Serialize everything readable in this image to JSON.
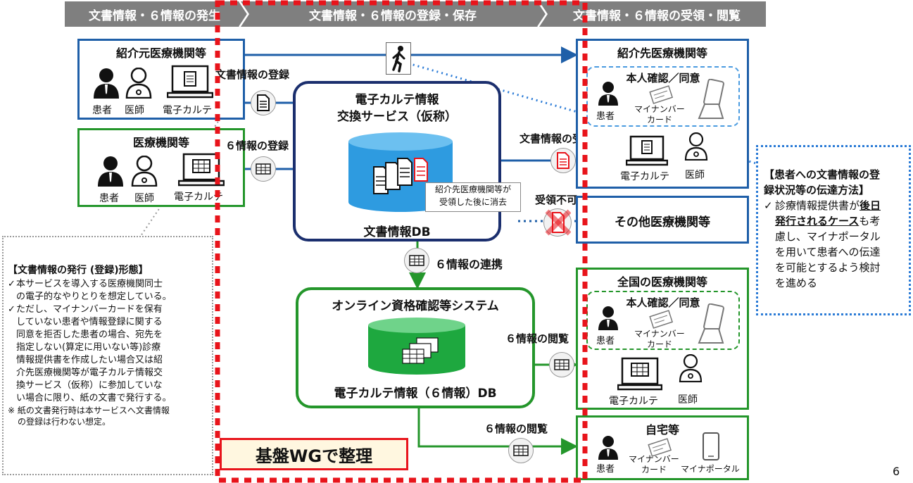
{
  "phases": [
    "文書情報・６情報の発生",
    "文書情報・６情報の登録・保存",
    "文書情報・６情報の受領・閲覧"
  ],
  "source_org": {
    "title": "紹介元医療機関等",
    "patient": "患者",
    "doctor": "医師",
    "ehr": "電子カルテ"
  },
  "med_org": {
    "title": "医療機関等",
    "patient": "患者",
    "doctor": "医師",
    "ehr": "電子カルテ"
  },
  "flows": {
    "doc_register": "文書情報の登録",
    "six_register": "６情報の登録",
    "doc_receive": "文書情報の受領",
    "not_receivable": "受領不可",
    "six_link": "６情報の連携",
    "six_view_1": "６情報の閲覧",
    "six_view_2": "６情報の閲覧"
  },
  "service": {
    "title_line1": "電子カルテ情報",
    "title_line2": "交換サービス（仮称）",
    "db": "文書情報DB",
    "callout_line1": "紹介先医療機関等が",
    "callout_line2": "受領した後に消去"
  },
  "online": {
    "title": "オンライン資格確認等システム",
    "db": "電子カルテ情報（６情報）DB"
  },
  "dest_org": {
    "title": "紹介先医療機関等",
    "consent": "本人確認／同意",
    "patient": "患者",
    "mynumber_line1": "マイナンバー",
    "mynumber_line2": "カード",
    "ehr": "電子カルテ",
    "doctor": "医師"
  },
  "other_org": {
    "title": "その他医療機関等"
  },
  "national_org": {
    "title": "全国の医療機関等",
    "consent": "本人確認／同意",
    "patient": "患者",
    "mynumber_line1": "マイナンバー",
    "mynumber_line2": "カード",
    "ehr": "電子カルテ",
    "doctor": "医師"
  },
  "home": {
    "title": "自宅等",
    "patient": "患者",
    "mynumber_line1": "マイナンバー",
    "mynumber_line2": "カード",
    "portal": "マイナポータル"
  },
  "left_note": {
    "heading": "【文書情報の発行 (登録)形態】",
    "bullets": [
      [
        "本サービスを導入する医療機関同士",
        "の電子的なやりとりを想定している。"
      ],
      [
        "ただし、マイナンバーカードを保有",
        "していない患者や情報登録に関する",
        "同意を拒否した患者の場合、宛先を",
        "指定しない(算定に用いない等)診療",
        "情報提供書を作成したい場合又は紹",
        "介先医療機関等が電子カルテ情報交",
        "換サービス（仮称）に参加していな",
        "い場合に限り、紙の文書で発行する。"
      ]
    ],
    "footnote": [
      "※ 紙の文書発行時は本サービスへ文書情報",
      "の登録は行わない想定。"
    ]
  },
  "right_note": {
    "heading_line1": "【患者への文書情報の登",
    "heading_line2": "録状況等の伝達方法】",
    "l1a": "診療情報提供書が",
    "l1b": "後日",
    "l2a": "発行されるケース",
    "l2b": "も考",
    "rest": [
      "慮し、マイナポータル",
      "を用いて患者への伝達",
      "を可能とするよう検討",
      "を進める"
    ]
  },
  "wg_label": "基盤WGで整理",
  "page_number": "6",
  "colors": {
    "blue": "#1f5fa8",
    "green": "#24962b",
    "red": "#e8141b",
    "gray": "#7f7f7f"
  }
}
